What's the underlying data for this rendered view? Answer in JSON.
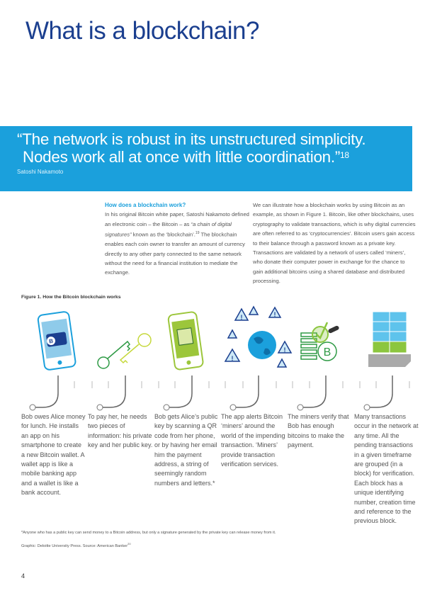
{
  "title": "What is a blockchain?",
  "quote": {
    "text_line1": "“The network is robust in its unstructured simplicity.",
    "text_line2": "Nodes work all at once with little coordination.”",
    "footnote_ref": "18",
    "author": "Satoshi Nakamoto"
  },
  "body": {
    "heading": "How does a blockchain work?",
    "left_p1": "In his original Bitcoin white paper, Satoshi Nakamoto defined an electronic coin – the Bitcoin – as ",
    "left_italic": "“a chain of digital signatures”",
    "left_p2": " known as the ‘blockchain’.",
    "left_ref": "19",
    "left_p3": " The blockchain enables each coin owner to transfer an amount of currency directly to any other party connected to the same network without the need for a financial institution to mediate the exchange.",
    "right_p": "We can illustrate how a blockchain works by using Bitcoin as an example, as shown in Figure 1. Bitcoin, like other blockchains, uses cryptography to validate transactions, which is why digital currencies are often referred to as ‘cryptocurrencies’. Bitcoin users gain access to their balance through a password known as a private key. Transactions are validated by a network of users called ‘miners’, who donate their computer power in exchange for the chance to gain additional bitcoins using a shared database and distributed processing."
  },
  "figure": {
    "label": "Figure 1. How the Bitcoin blockchain works",
    "steps": [
      {
        "icon": "smartphone-wallet-icon",
        "text": "Bob owes Alice money for lunch. He installs an app on his smartphone to create a new Bitcoin wallet. A wallet app is like a mobile banking app and a wallet is like a bank account."
      },
      {
        "icon": "keys-icon",
        "text": "To pay her, he needs two pieces of information: his private key and her public key."
      },
      {
        "icon": "qr-phone-icon",
        "text": "Bob gets Alice’s public key by scanning a QR code from her phone, or by having her email him the payment address, a string of seemingly random numbers and letters.*"
      },
      {
        "icon": "globe-alerts-icon",
        "text": "The app alerts Bitcoin ‘miners’ around the world of the impending transaction. ‘Miners’ provide transaction verification services."
      },
      {
        "icon": "coins-verify-icon",
        "text": "The miners verify that Bob has enough bitcoins to make the payment."
      },
      {
        "icon": "blocks-icon",
        "text": "Many transactions occur in the network at any time. All the pending transactions in a given timeframe are grouped (in a block) for verification. Each block has a unique identifying number, creation time and reference to the previous block."
      }
    ],
    "bitcoin_symbol": "B",
    "alert_symbol": "!"
  },
  "footnotes": {
    "note": "*Anyone who has a public key can send money to a Bitcoin address, but only a signature generated by the private key can release money from it.",
    "source": "Graphic: Deloitte University Press. Source: American Banker",
    "source_ref": "20"
  },
  "page_number": "4",
  "colors": {
    "title": "#1b3f8f",
    "banner": "#1ba0dc",
    "green": "#8cc63f"
  }
}
